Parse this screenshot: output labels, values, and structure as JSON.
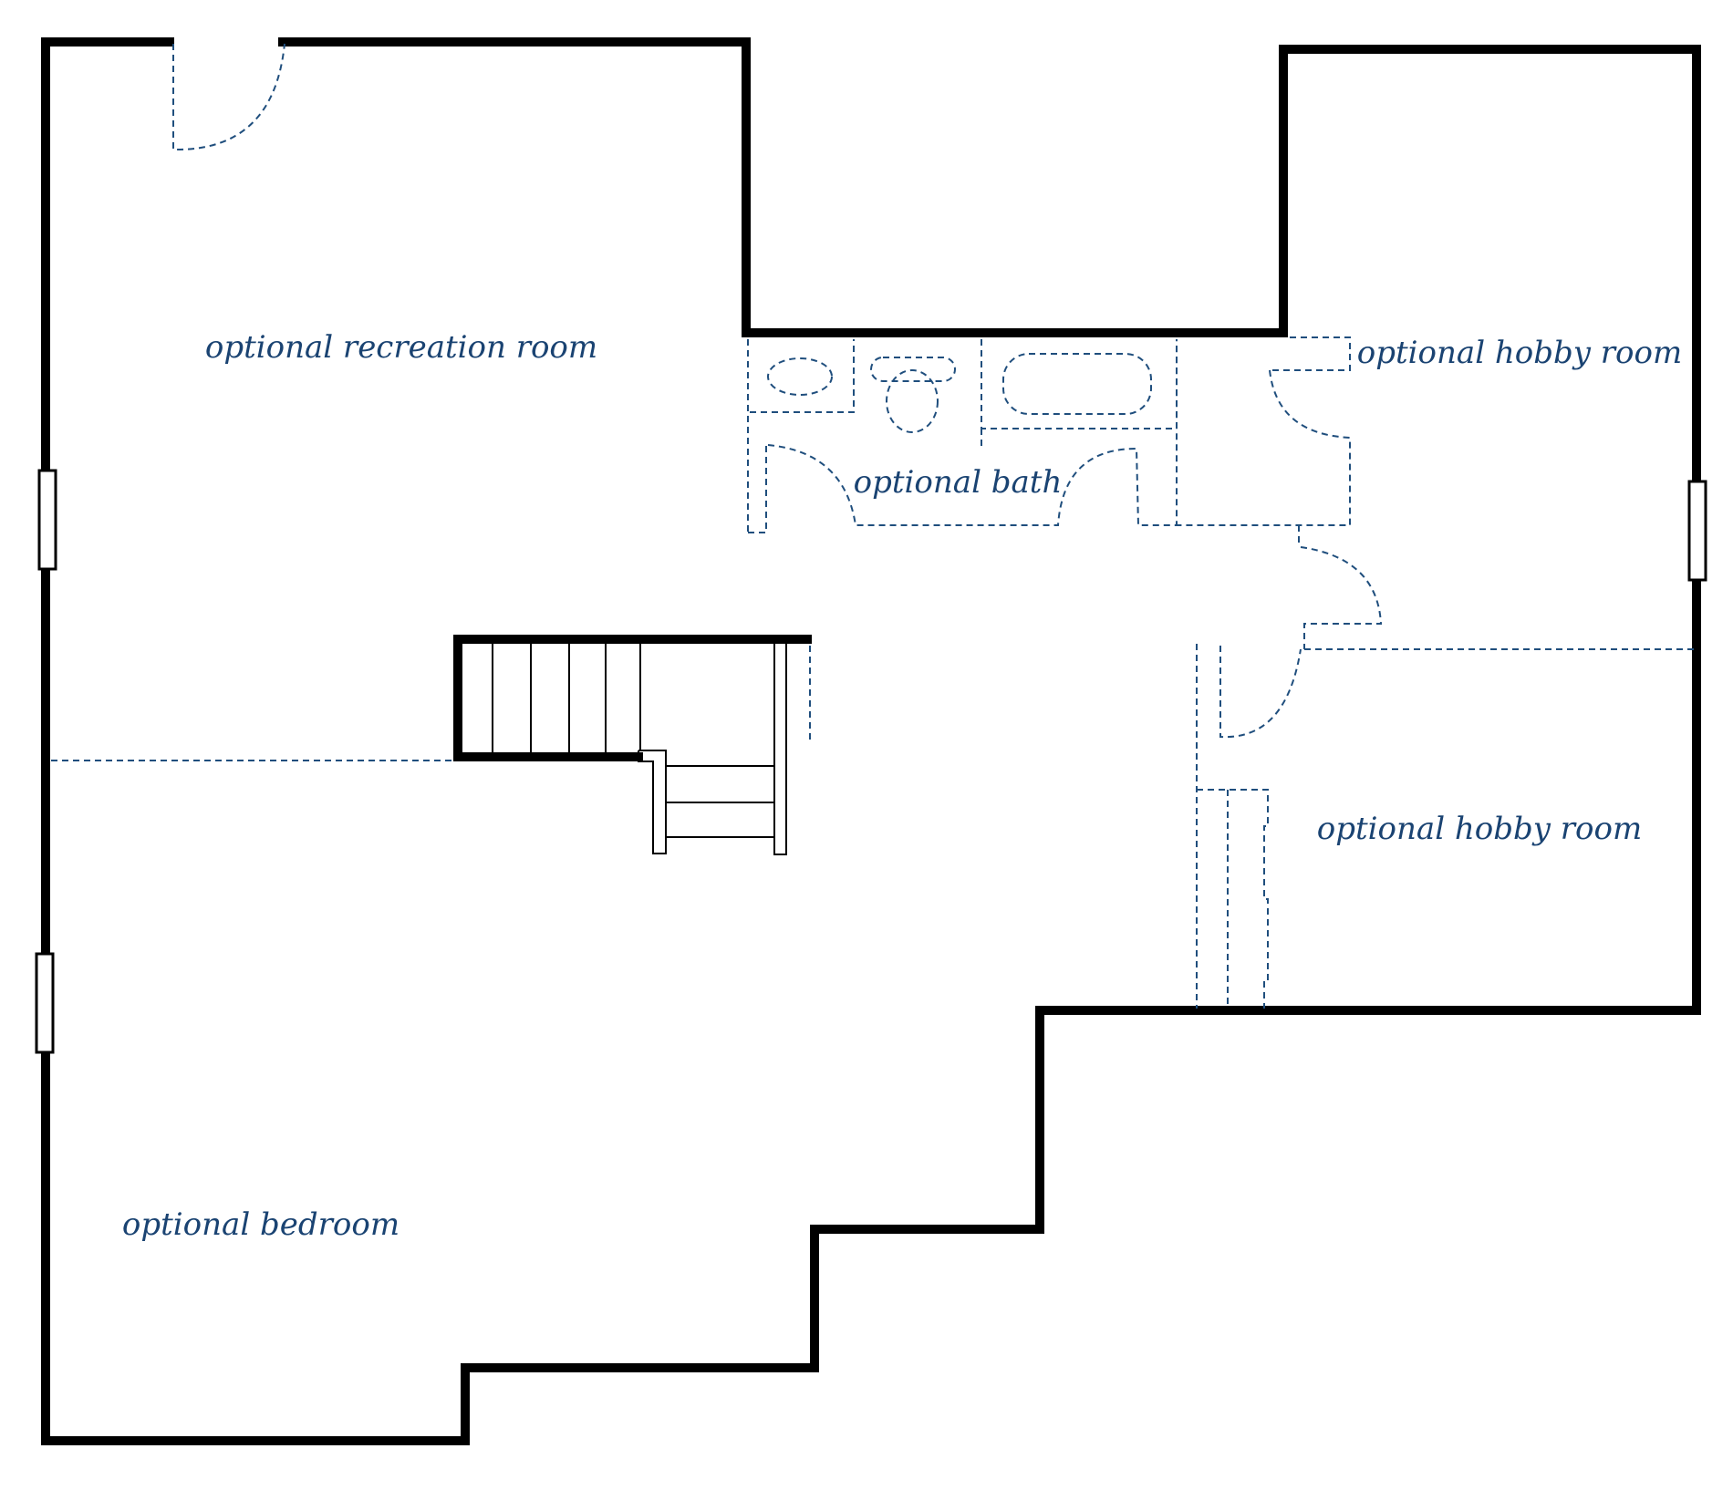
{
  "colors": {
    "wall": "#000000",
    "optional_lines": "#1f4e7d",
    "label_text": "#1a4372",
    "background": "#ffffff"
  },
  "rooms": {
    "recreation": "optional recreation room",
    "bath": "optional bath",
    "hobby_upper": "optional hobby room",
    "hobby_lower": "optional hobby room",
    "bedroom": "optional bedroom"
  }
}
